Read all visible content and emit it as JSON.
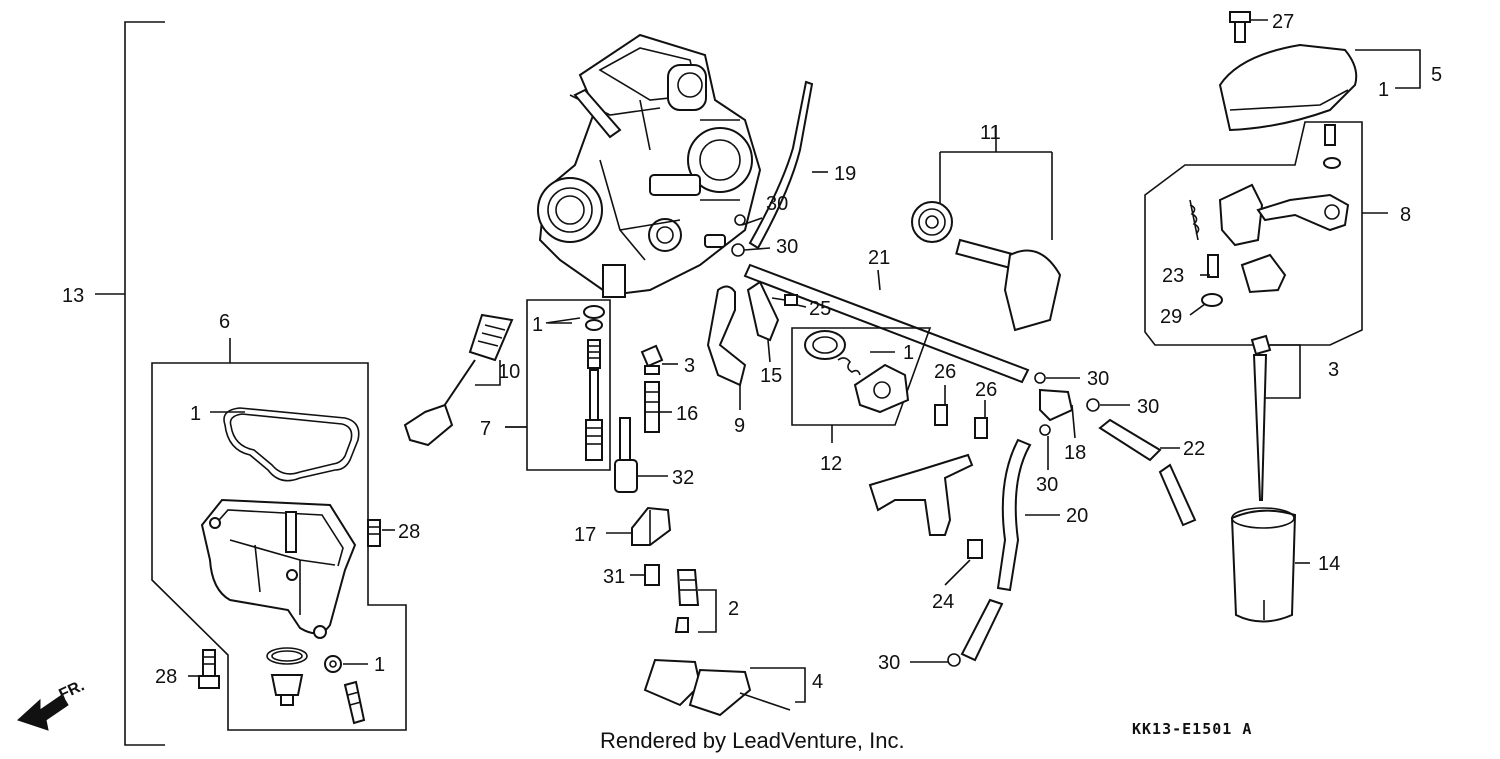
{
  "diagram": {
    "callouts": [
      {
        "id": "c13",
        "label": "13"
      },
      {
        "id": "c6",
        "label": "6"
      },
      {
        "id": "c1a",
        "label": "1"
      },
      {
        "id": "c28a",
        "label": "28"
      },
      {
        "id": "c28b",
        "label": "28"
      },
      {
        "id": "c1b",
        "label": "1"
      },
      {
        "id": "c10",
        "label": "10"
      },
      {
        "id": "c7",
        "label": "7"
      },
      {
        "id": "c1c",
        "label": "1"
      },
      {
        "id": "c3a",
        "label": "3"
      },
      {
        "id": "c16",
        "label": "16"
      },
      {
        "id": "c32",
        "label": "32"
      },
      {
        "id": "c17",
        "label": "17"
      },
      {
        "id": "c31",
        "label": "31"
      },
      {
        "id": "c2",
        "label": "2"
      },
      {
        "id": "c4",
        "label": "4"
      },
      {
        "id": "c19",
        "label": "19"
      },
      {
        "id": "c30a",
        "label": "30"
      },
      {
        "id": "c30b",
        "label": "30"
      },
      {
        "id": "c25",
        "label": "25"
      },
      {
        "id": "c15",
        "label": "15"
      },
      {
        "id": "c9",
        "label": "9"
      },
      {
        "id": "c1d",
        "label": "1"
      },
      {
        "id": "c12",
        "label": "12"
      },
      {
        "id": "c21",
        "label": "21"
      },
      {
        "id": "c11",
        "label": "11"
      },
      {
        "id": "c26a",
        "label": "26"
      },
      {
        "id": "c26b",
        "label": "26"
      },
      {
        "id": "c30c",
        "label": "30"
      },
      {
        "id": "c30d",
        "label": "30"
      },
      {
        "id": "c18",
        "label": "18"
      },
      {
        "id": "c30e",
        "label": "30"
      },
      {
        "id": "c22",
        "label": "22"
      },
      {
        "id": "c20",
        "label": "20"
      },
      {
        "id": "c24",
        "label": "24"
      },
      {
        "id": "c30f",
        "label": "30"
      },
      {
        "id": "c27",
        "label": "27"
      },
      {
        "id": "c5",
        "label": "5"
      },
      {
        "id": "c1e",
        "label": "1"
      },
      {
        "id": "c8",
        "label": "8"
      },
      {
        "id": "c23",
        "label": "23"
      },
      {
        "id": "c29",
        "label": "29"
      },
      {
        "id": "c3b",
        "label": "3"
      },
      {
        "id": "c14",
        "label": "14"
      }
    ],
    "direction_marker": "FR.",
    "credit": "Rendered by LeadVenture, Inc.",
    "diagram_code": "KK13-E1501 A"
  }
}
